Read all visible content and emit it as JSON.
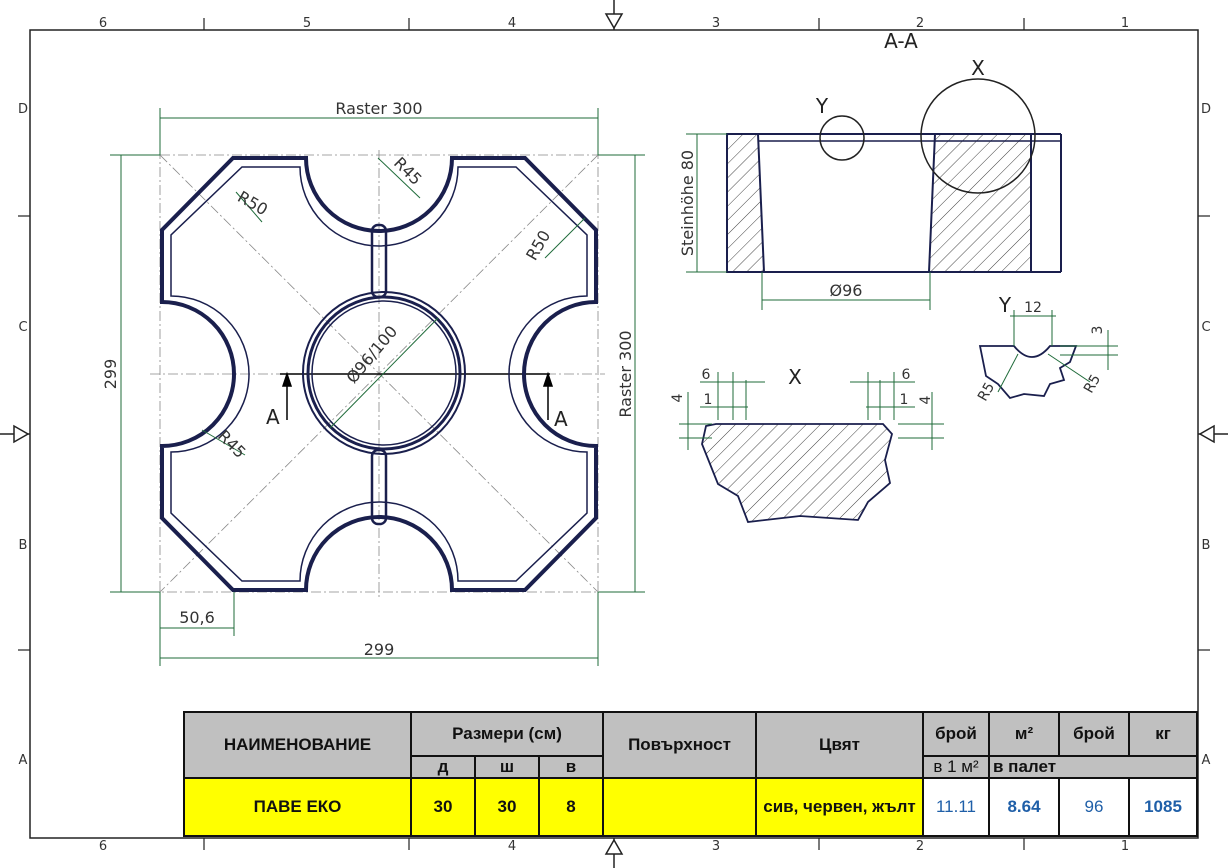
{
  "zones": {
    "columns": [
      "6",
      "5",
      "4",
      "3",
      "2",
      "1"
    ],
    "rows": [
      "D",
      "C",
      "B",
      "A"
    ]
  },
  "plan": {
    "raster_top": "Raster 300",
    "raster_right": "Raster 300",
    "dim_height": "299",
    "dim_width": "299",
    "dim_offset": "50,6",
    "hole_dia": "Ø96/100",
    "r50_a": "R50",
    "r50_b": "R50",
    "r45_a": "R45",
    "r45_b": "R45",
    "cut_left": "A",
    "cut_right": "A"
  },
  "section": {
    "title": "A-A",
    "x_label": "X",
    "y_label": "Y",
    "height": "Steinhöhe 80",
    "diameter": "Ø96"
  },
  "detail_x": {
    "label": "X",
    "d6_left": "6",
    "d1_left": "1",
    "d4_left": "4",
    "d6_right": "6",
    "d1_right": "1",
    "d4_right": "4"
  },
  "detail_y": {
    "label": "Y",
    "d12": "12",
    "d3": "3",
    "r5_left": "R5",
    "r5_right": "R5"
  },
  "table": {
    "name_header": "НАИМЕНОВАНИЕ",
    "size_header": "Размери (см)",
    "size_d": "д",
    "size_sh": "ш",
    "size_v": "в",
    "surface_header": "Повърхност",
    "color_header": "Цвят",
    "count_header": "брой",
    "count_sub": "в 1 м²",
    "m2_header": "м²",
    "pallet_count_header": "брой",
    "kg_header": "кг",
    "pallet_sub": "в палет",
    "row": {
      "name": "ПАВЕ ЕКО",
      "d": "30",
      "sh": "30",
      "v": "8",
      "surface": "",
      "color": "сив, червен, жълт",
      "per_m2": "11.11",
      "m2": "8.64",
      "count": "96",
      "kg": "1085"
    }
  },
  "colors": {
    "dimension": "#1f6b3a",
    "outline": "#1a1f4d",
    "fill_name": "#ffff00",
    "fill_header": "#c0c0c0",
    "value_blue": "#1f5fa8"
  }
}
